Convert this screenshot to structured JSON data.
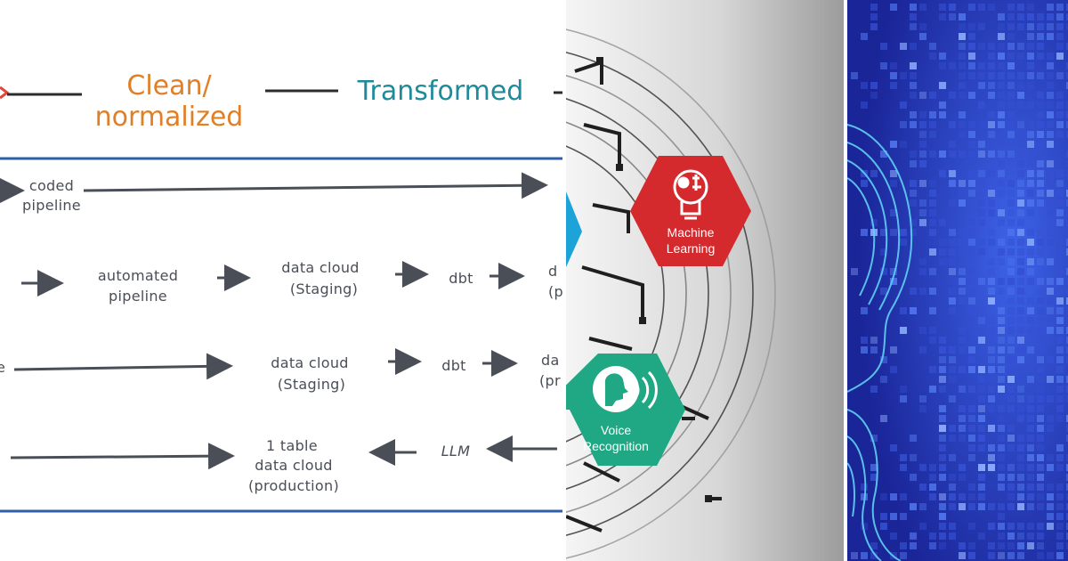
{
  "diagram": {
    "headers": {
      "clean": [
        "Clean/",
        "normalized"
      ],
      "transformed": "Transformed"
    },
    "row1": {
      "step1": [
        "coded",
        "pipeline"
      ]
    },
    "row2": {
      "step1": [
        "automated",
        "pipeline"
      ],
      "step2": [
        "data cloud",
        "(Staging)"
      ],
      "step3": "dbt",
      "step4_partial": [
        "d",
        "(p"
      ]
    },
    "row3": {
      "lead_partial": "e",
      "step1": [
        "data cloud",
        "(Staging)"
      ],
      "step2": "dbt",
      "step3_partial": [
        "da",
        "(pr"
      ]
    },
    "row4": {
      "step1": [
        "1 table",
        "data cloud",
        "(production)"
      ],
      "step2": "LLM"
    },
    "colors": {
      "clean": "#e07f26",
      "transformed": "#1e8a9a",
      "rule": "#2f5fa7",
      "arrow": "#4a4e57"
    }
  },
  "ai": {
    "machine_learning": [
      "Machine",
      "Learning"
    ],
    "voice_recognition": [
      "Voice",
      "Recognition"
    ],
    "colors": {
      "red": "#d42a2e",
      "green": "#1fa883",
      "blue": "#1ea3d8"
    }
  }
}
